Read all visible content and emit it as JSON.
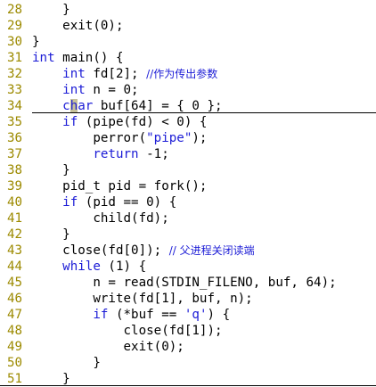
{
  "editor": {
    "lines": [
      {
        "num": "28",
        "segments": [
          {
            "t": "    }",
            "c": ""
          }
        ]
      },
      {
        "num": "29",
        "segments": [
          {
            "t": "    exit(0);",
            "c": ""
          }
        ]
      },
      {
        "num": "30",
        "segments": [
          {
            "t": "}",
            "c": ""
          }
        ]
      },
      {
        "num": "31",
        "segments": [
          {
            "t": "int",
            "c": "kw"
          },
          {
            "t": " main() {",
            "c": ""
          }
        ]
      },
      {
        "num": "32",
        "segments": [
          {
            "t": "    ",
            "c": ""
          },
          {
            "t": "int",
            "c": "kw"
          },
          {
            "t": " fd[2]; ",
            "c": ""
          },
          {
            "t": "//作为传出参数",
            "c": "cm"
          }
        ]
      },
      {
        "num": "33",
        "segments": [
          {
            "t": "    ",
            "c": ""
          },
          {
            "t": "int",
            "c": "kw"
          },
          {
            "t": " n = 0;",
            "c": ""
          }
        ]
      },
      {
        "num": "34",
        "segments": [
          {
            "t": "    ",
            "c": ""
          },
          {
            "t": "char",
            "c": "kw"
          },
          {
            "t": " buf[64] = { 0 };",
            "c": ""
          }
        ]
      },
      {
        "num": "35",
        "segments": [
          {
            "t": "    ",
            "c": ""
          },
          {
            "t": "if",
            "c": "kw"
          },
          {
            "t": " (pipe(fd) < 0) {",
            "c": ""
          }
        ]
      },
      {
        "num": "36",
        "segments": [
          {
            "t": "        perror(",
            "c": ""
          },
          {
            "t": "\"pipe\"",
            "c": "kw"
          },
          {
            "t": ");",
            "c": ""
          }
        ]
      },
      {
        "num": "37",
        "segments": [
          {
            "t": "        ",
            "c": ""
          },
          {
            "t": "return",
            "c": "kw"
          },
          {
            "t": " -1;",
            "c": ""
          }
        ]
      },
      {
        "num": "38",
        "segments": [
          {
            "t": "    }",
            "c": ""
          }
        ]
      },
      {
        "num": "39",
        "segments": [
          {
            "t": "    pid_t pid = fork();",
            "c": ""
          }
        ]
      },
      {
        "num": "40",
        "segments": [
          {
            "t": "    ",
            "c": ""
          },
          {
            "t": "if",
            "c": "kw"
          },
          {
            "t": " (pid == 0) {",
            "c": ""
          }
        ]
      },
      {
        "num": "41",
        "segments": [
          {
            "t": "        child(fd);",
            "c": ""
          }
        ]
      },
      {
        "num": "42",
        "segments": [
          {
            "t": "    }",
            "c": ""
          }
        ]
      },
      {
        "num": "43",
        "segments": [
          {
            "t": "    close(fd[0]); ",
            "c": ""
          },
          {
            "t": "// 父进程关闭读端",
            "c": "cm"
          }
        ]
      },
      {
        "num": "44",
        "segments": [
          {
            "t": "    ",
            "c": ""
          },
          {
            "t": "while",
            "c": "kw"
          },
          {
            "t": " (1) {",
            "c": ""
          }
        ]
      },
      {
        "num": "45",
        "segments": [
          {
            "t": "        n = read(STDIN_FILENO, buf, 64);",
            "c": ""
          }
        ]
      },
      {
        "num": "46",
        "segments": [
          {
            "t": "        write(fd[1], buf, n);",
            "c": ""
          }
        ]
      },
      {
        "num": "47",
        "segments": [
          {
            "t": "        ",
            "c": ""
          },
          {
            "t": "if",
            "c": "kw"
          },
          {
            "t": " (*buf == ",
            "c": ""
          },
          {
            "t": "'q'",
            "c": "kw"
          },
          {
            "t": ") {",
            "c": ""
          }
        ]
      },
      {
        "num": "48",
        "segments": [
          {
            "t": "            close(fd[1]);",
            "c": ""
          }
        ]
      },
      {
        "num": "49",
        "segments": [
          {
            "t": "            exit(0);",
            "c": ""
          }
        ]
      },
      {
        "num": "50",
        "segments": [
          {
            "t": "        }",
            "c": ""
          }
        ]
      },
      {
        "num": "51",
        "segments": [
          {
            "t": "    }",
            "c": ""
          }
        ]
      }
    ],
    "cursor_line_index": 6,
    "cursor_column": 5,
    "colors": {
      "line_number": "#9c8a00",
      "keyword": "#1c1cd6",
      "text": "#000000",
      "cursor": "#c6c19a"
    }
  }
}
